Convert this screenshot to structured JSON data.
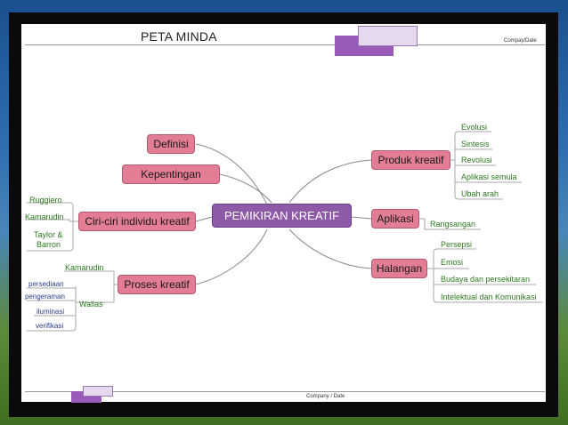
{
  "header": {
    "title": "PETA MINDA",
    "company_date": "Compay/Date"
  },
  "footer": {
    "company_date": "Company / Date"
  },
  "center": "PEMIKIRAN KREATIF",
  "left_branches": {
    "definisi": "Definisi",
    "kepentingan": "Kepentingan",
    "ciri": "Ciri-ciri individu kreatif",
    "proses": "Proses kreatif"
  },
  "right_branches": {
    "produk": "Produk kreatif",
    "aplikasi": "Aplikasi",
    "halangan": "Halangan"
  },
  "leaves": {
    "ciri": [
      "Ruggiero",
      "Kamarudin",
      "Taylor &",
      "Barron"
    ],
    "proses_top": "Kamarudin",
    "proses_wallas": "Wallas",
    "wallas_steps": [
      "persediaan",
      "pengeraman",
      "iluminasi",
      "verifikasi"
    ],
    "produk": [
      "Evolusi",
      "Sintesis",
      "Revolusi",
      "Aplikasi semula",
      "Ubah arah"
    ],
    "aplikasi": [
      "Rangsangan"
    ],
    "halangan": [
      "Persepsi",
      "Emosi",
      "Budaya dan persekitaran",
      "Intelektual dan Komunikasi"
    ]
  }
}
